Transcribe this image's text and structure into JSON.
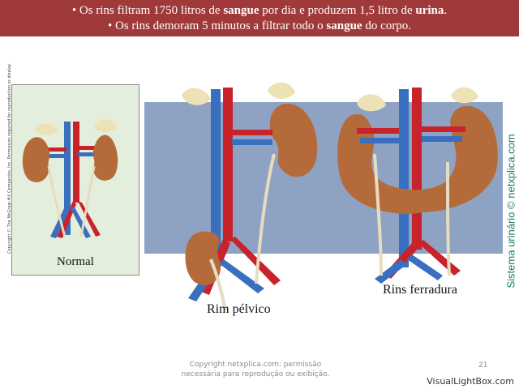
{
  "header": {
    "line1": {
      "a": "• Os rins filtram 1750 litros de ",
      "b": "sangue",
      "c": " por dia e produzem 1,5 litro de ",
      "d": "urina",
      "e": "."
    },
    "line2": {
      "a": "• Os rins demoram 5 minutos a filtrar todo o ",
      "b": "sangue",
      "c": " do corpo."
    }
  },
  "figure": {
    "copyright_side": "Copyright © The McGraw-Hill Companies, Inc. Permission required for reproduction or display.",
    "labels": {
      "normal": "Normal",
      "pelvic": "Rim pélvico",
      "horseshoe": "Rins ferradura"
    },
    "side_label": "Sistema urinário © netxplica.com"
  },
  "footer": {
    "line1": "Copyright netxplica.com: permissão",
    "line2": "necessária para reprodução ou exibição.",
    "page_number": "21",
    "watermark": "VisualLightBox.com"
  },
  "colors": {
    "header_bg": "#a03a3a",
    "band": "#8ea3c4",
    "artery": "#c8222a",
    "vein": "#3a6fc0",
    "kidney": "#b56a3a",
    "adrenal": "#ece2b6",
    "ureter": "#e6dcc0"
  }
}
